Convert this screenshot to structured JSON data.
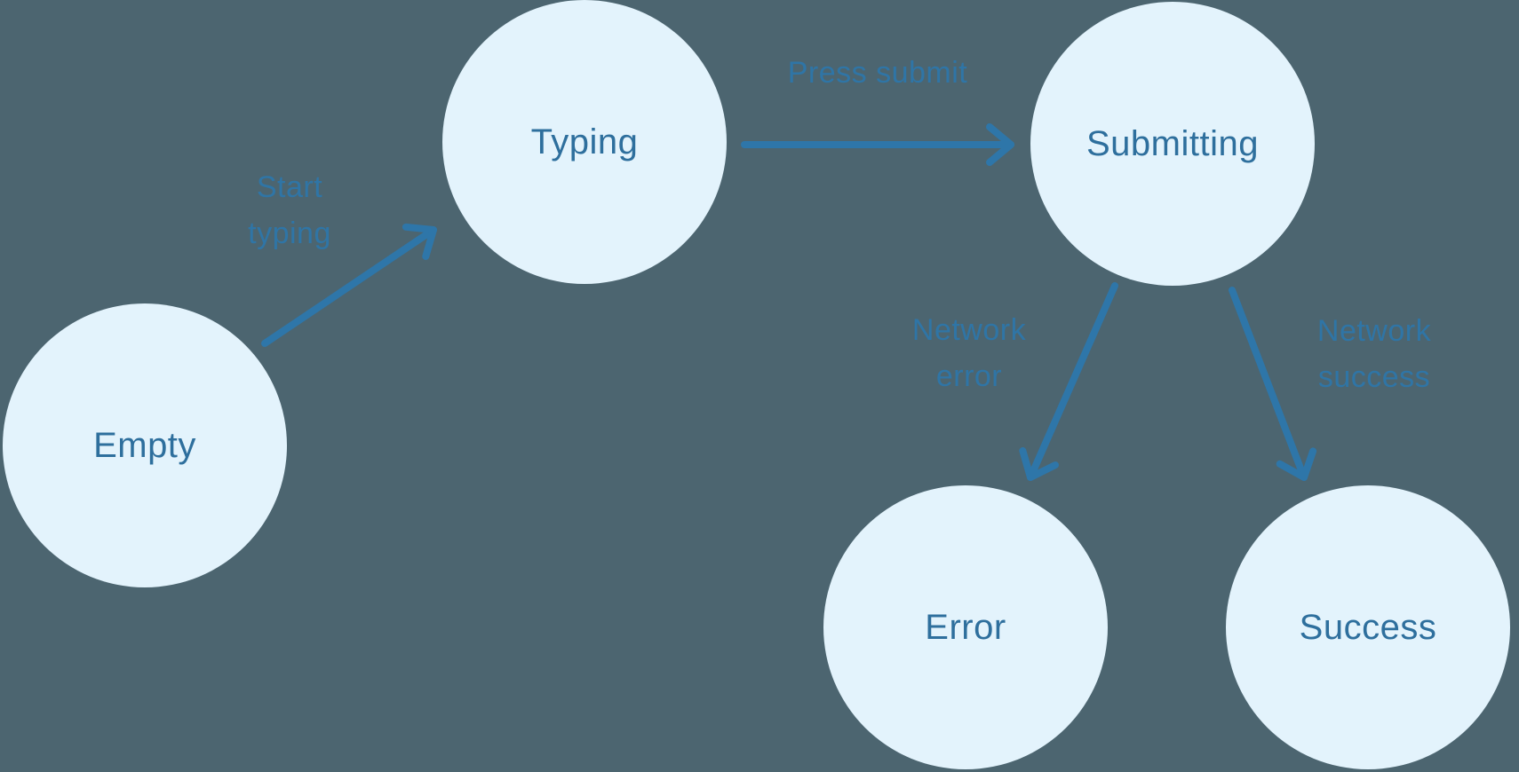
{
  "colors": {
    "background": "#4C6570",
    "node_fill": "#E3F3FC",
    "node_text": "#2E6F9D",
    "arrow": "#2E76A9",
    "edge_label": "#2E76A9"
  },
  "diagram": {
    "type": "state-machine",
    "nodes": [
      {
        "id": "empty",
        "label": "Empty"
      },
      {
        "id": "typing",
        "label": "Typing"
      },
      {
        "id": "submitting",
        "label": "Submitting"
      },
      {
        "id": "error",
        "label": "Error"
      },
      {
        "id": "success",
        "label": "Success"
      }
    ],
    "edges": [
      {
        "from": "empty",
        "to": "typing",
        "label": "Start typing"
      },
      {
        "from": "typing",
        "to": "submitting",
        "label": "Press submit"
      },
      {
        "from": "submitting",
        "to": "error",
        "label": "Network error"
      },
      {
        "from": "submitting",
        "to": "success",
        "label": "Network success"
      }
    ]
  }
}
